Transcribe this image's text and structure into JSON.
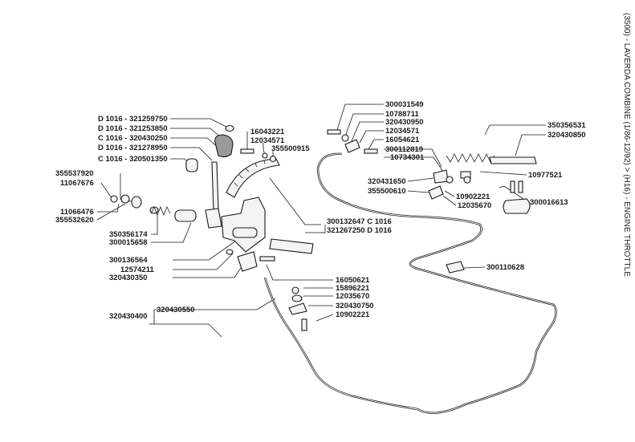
{
  "header": {
    "caption": "(3500) - LAVERDA COMBINE (1/86-12/92) > (H16) - ENGINE THROTTLE"
  },
  "labels": {
    "l1": "D 1016 - 321259750",
    "l2": "D 1016 - 321253850",
    "l3": "C 1016 - 320430250",
    "l4": "D 1016 - 321278950",
    "l5": "C 1016 - 320501350",
    "l6": "355537920",
    "l7": "11067676",
    "l8": "11066476",
    "l9": "355532620",
    "l10": "350356174",
    "l11": "300015658",
    "l12": "300136564",
    "l13": "12574211",
    "l14": "320430350",
    "l15": "320430400",
    "l16": "320430550",
    "l17": "16043221",
    "l18": "12034571",
    "l19": "355500915",
    "l20": "300132647 C 1016",
    "l21": "321267250 D 1016",
    "l22": "16050621",
    "l23": "15896221",
    "l24": "12035670",
    "l25": "320430750",
    "l26": "10902221",
    "l27": "300031549",
    "l28": "10788711",
    "l29": "320430950",
    "l30": "12034571",
    "l31": "16054621",
    "l32": "300112819",
    "l33": "10734301",
    "l34": "320431650",
    "l35": "355500610",
    "l36": "10902221",
    "l37": "12035670",
    "l38": "350356531",
    "l39": "320430850",
    "l40": "10977521",
    "l41": "300016613",
    "l42": "300110628"
  }
}
